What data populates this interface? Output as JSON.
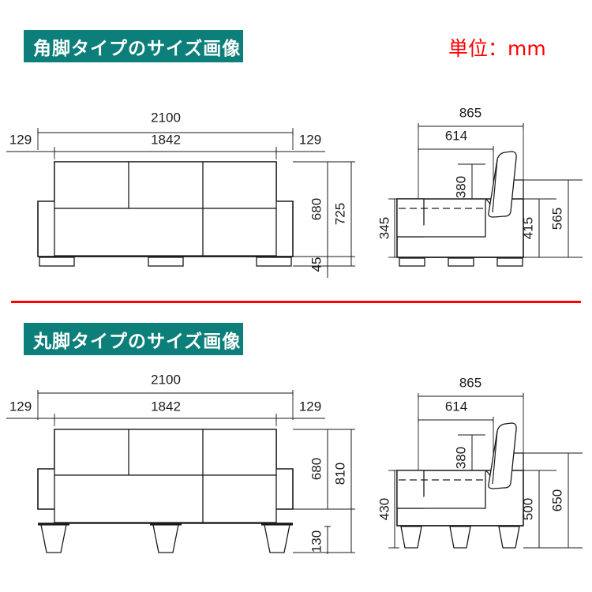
{
  "page": {
    "unit_note": "単位：mm",
    "unit_color": "#ff0000",
    "accent_color": "#0d7f7a",
    "divider_color": "#ff0000",
    "line_color": "#1a1a1a"
  },
  "sections": [
    {
      "id": "square-leg",
      "title": "角脚タイプのサイズ画像",
      "front_view": {
        "name": "front-view-square-leg",
        "dimensions": {
          "total_width": "2100",
          "inner_width": "1842",
          "arm_left": "129",
          "arm_right": "129",
          "seat_block_height": "680",
          "total_height": "725",
          "leg_height": "45"
        }
      },
      "side_view": {
        "name": "side-view-square-leg",
        "dimensions": {
          "total_depth": "865",
          "inner_depth": "614",
          "backrest_height": "380",
          "arm_height": "345",
          "seat_height": "415",
          "total_height": "565"
        }
      }
    },
    {
      "id": "round-leg",
      "title": "丸脚タイプのサイズ画像",
      "front_view": {
        "name": "front-view-round-leg",
        "dimensions": {
          "total_width": "2100",
          "inner_width": "1842",
          "arm_left": "129",
          "arm_right": "129",
          "seat_block_height": "680",
          "total_height": "810",
          "leg_height": "130"
        }
      },
      "side_view": {
        "name": "side-view-round-leg",
        "dimensions": {
          "total_depth": "865",
          "inner_depth": "614",
          "backrest_height": "380",
          "arm_height": "430",
          "seat_height": "500",
          "total_height": "650"
        }
      }
    }
  ]
}
